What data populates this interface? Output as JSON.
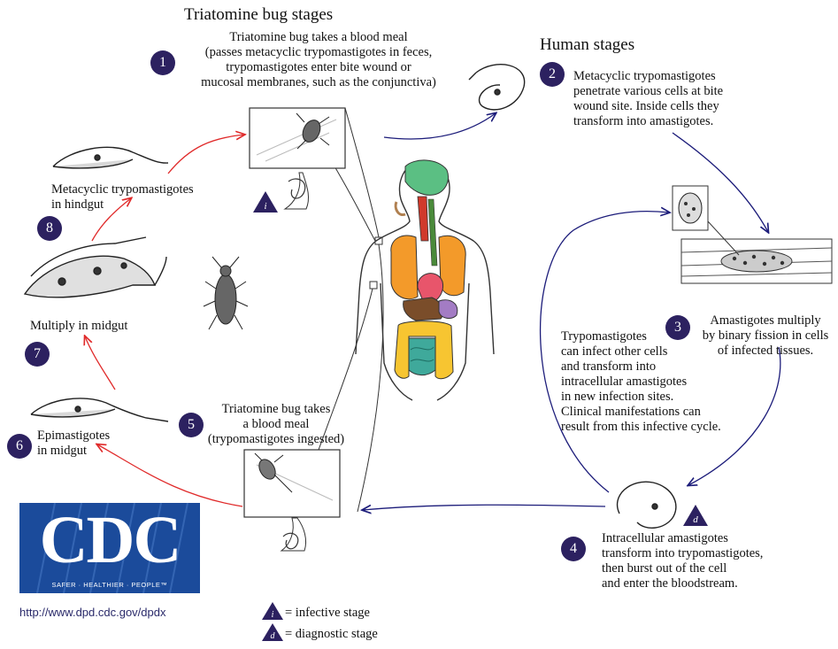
{
  "headers": {
    "bug_stages": "Triatomine bug stages",
    "human_stages": "Human stages"
  },
  "steps": {
    "s1": {
      "num": "1",
      "lines": [
        "Triatomine bug takes a blood meal",
        "(passes metacyclic trypomastigotes in feces,",
        "trypomastigotes enter bite wound or",
        "mucosal membranes, such as the conjunctiva)"
      ]
    },
    "s2": {
      "num": "2",
      "lines": [
        "Metacyclic trypomastigotes",
        "penetrate various cells at bite",
        "wound site. Inside cells they",
        "transform into amastigotes."
      ]
    },
    "s3": {
      "num": "3",
      "lines": [
        "Amastigotes multiply",
        "by binary fission in cells",
        "of infected tissues."
      ]
    },
    "s4": {
      "num": "4",
      "lines": [
        "Intracellular amastigotes",
        "transform into trypomastigotes,",
        "then burst out of the cell",
        "and enter the bloodstream."
      ]
    },
    "s5": {
      "num": "5",
      "lines": [
        "Triatomine bug takes",
        "a blood meal",
        "(trypomastigotes ingested)"
      ]
    },
    "s6": {
      "num": "6",
      "lines": [
        "Epimastigotes",
        "in midgut"
      ]
    },
    "s7": {
      "num": "7",
      "lines": [
        "Multiply in midgut"
      ]
    },
    "s8": {
      "num": "8",
      "lines": [
        "Metacyclic trypomastigotes",
        "in hindgut"
      ]
    }
  },
  "cycle_note": [
    "Trypomastigotes",
    "can infect other cells",
    "and transform into",
    "intracellular amastigotes",
    "in new infection sites.",
    "Clinical manifestations can",
    "result from this infective cycle."
  ],
  "legend": {
    "infective_letter": "i",
    "infective_text": "= infective stage",
    "diagnostic_letter": "d",
    "diagnostic_text": "= diagnostic stage"
  },
  "logo": {
    "letters": "CDC",
    "tagline": "SAFER · HEALTHIER · PEOPLE™",
    "url": "http://www.dpd.cdc.gov/dpdx"
  },
  "colors": {
    "step_circle": "#2c2160",
    "blue_arrow": "#1c1c7a",
    "red_arrow": "#e02a2a",
    "logo_blue": "#1b4b9b"
  }
}
